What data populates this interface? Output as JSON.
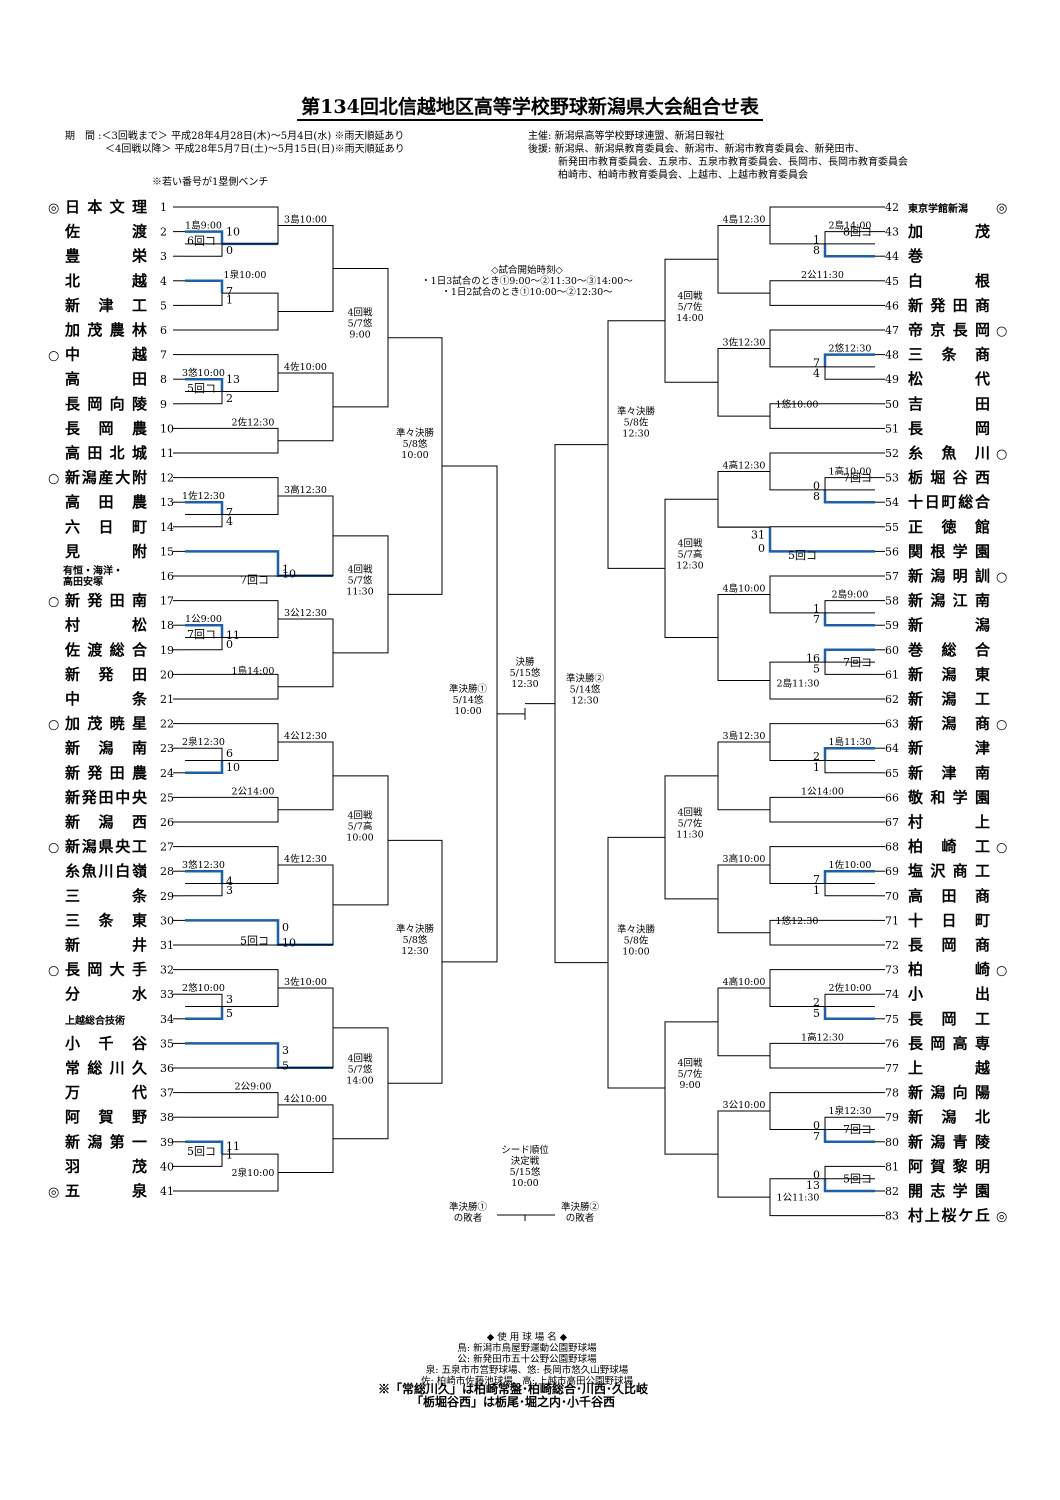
{
  "title": "第134回北信越地区高等学校野球新潟県大会組合せ表",
  "period_line1": "期　間 :＜3回戦まで＞ 平成28年4月28日(木)～5月4日(水) ※雨天順延あり",
  "period_line2": "　　　　＜4回戦以降＞ 平成28年5月7日(土)～5月15日(日)※雨天順延あり",
  "bench_note": "※若い番号が1塁側ベンチ",
  "organizer_line1": "主催: 新潟県高等学校野球連盟、新潟日報社",
  "organizer_line2": "後援: 新潟県、新潟県教育委員会、新潟市、新潟市教育委員会、新発田市、",
  "organizer_line3": "　　　新発田市教育委員会、五泉市、五泉市教育委員会、長岡市、長岡市教育委員会",
  "organizer_line4": "　　　柏崎市、柏崎市教育委員会、上越市、上越市教育委員会",
  "start_times": [
    "◇試合開始時刻◇",
    "・1日3試合のとき①9:00～②11:30～③14:00～",
    "・1日2試合のとき①10:00～②12:30～"
  ],
  "venues_title": "◆ 使 用 球 場 名 ◆",
  "venues": [
    "鳥: 新潟市鳥屋野運動公園野球場",
    "公: 新発田市五十公野公園野球場",
    "泉: 五泉市市営野球場、悠: 長岡市悠久山野球場",
    "佐: 柏崎市佐藤池球場、高: 上越市高田公園野球場"
  ],
  "bottom_notes": [
    "※「常総川久」は柏崎常盤･柏崎総合･川西･久比岐",
    "「栃堀谷西」は栃尾･堀之内･小千谷西"
  ],
  "left_teams": [
    {
      "n": "1",
      "name": "日本文理",
      "mark": "◎"
    },
    {
      "n": "2",
      "name": "佐　渡"
    },
    {
      "n": "3",
      "name": "豊　栄"
    },
    {
      "n": "4",
      "name": "北　越"
    },
    {
      "n": "5",
      "name": "新津工"
    },
    {
      "n": "6",
      "name": "加茂農林"
    },
    {
      "n": "7",
      "name": "中　越",
      "mark": "○"
    },
    {
      "n": "8",
      "name": "高　田"
    },
    {
      "n": "9",
      "name": "長岡向陵"
    },
    {
      "n": "10",
      "name": "長岡農"
    },
    {
      "n": "11",
      "name": "高田北城"
    },
    {
      "n": "12",
      "name": "新潟産大附",
      "mark": "○"
    },
    {
      "n": "13",
      "name": "高田農"
    },
    {
      "n": "14",
      "name": "六日町"
    },
    {
      "n": "15",
      "name": "見　附"
    },
    {
      "n": "16",
      "name": "有恒・海洋・高田安塚"
    },
    {
      "n": "17",
      "name": "新発田南",
      "mark": "○"
    },
    {
      "n": "18",
      "name": "村　松"
    },
    {
      "n": "19",
      "name": "佐渡総合"
    },
    {
      "n": "20",
      "name": "新発田"
    },
    {
      "n": "21",
      "name": "中　条"
    },
    {
      "n": "22",
      "name": "加茂暁星",
      "mark": "○"
    },
    {
      "n": "23",
      "name": "新潟南"
    },
    {
      "n": "24",
      "name": "新発田農"
    },
    {
      "n": "25",
      "name": "新発田中央"
    },
    {
      "n": "26",
      "name": "新潟西"
    },
    {
      "n": "27",
      "name": "新潟県央工",
      "mark": "○"
    },
    {
      "n": "28",
      "name": "糸魚川白嶺"
    },
    {
      "n": "29",
      "name": "三　条"
    },
    {
      "n": "30",
      "name": "三条東"
    },
    {
      "n": "31",
      "name": "新　井"
    },
    {
      "n": "32",
      "name": "長岡大手",
      "mark": "○"
    },
    {
      "n": "33",
      "name": "分　水"
    },
    {
      "n": "34",
      "name": "上越総合技術"
    },
    {
      "n": "35",
      "name": "小千谷"
    },
    {
      "n": "36",
      "name": "常総川久"
    },
    {
      "n": "37",
      "name": "万　代"
    },
    {
      "n": "38",
      "name": "阿賀野"
    },
    {
      "n": "39",
      "name": "新潟第一"
    },
    {
      "n": "40",
      "name": "羽　茂"
    },
    {
      "n": "41",
      "name": "五　泉",
      "mark": "◎"
    }
  ],
  "right_teams": [
    {
      "n": "42",
      "name": "東京学館新潟",
      "mark": "◎"
    },
    {
      "n": "43",
      "name": "加　茂"
    },
    {
      "n": "44",
      "name": "巻"
    },
    {
      "n": "45",
      "name": "白　根"
    },
    {
      "n": "46",
      "name": "新発田商"
    },
    {
      "n": "47",
      "name": "帝京長岡",
      "mark": "○"
    },
    {
      "n": "48",
      "name": "三条商"
    },
    {
      "n": "49",
      "name": "松　代"
    },
    {
      "n": "50",
      "name": "吉　田"
    },
    {
      "n": "51",
      "name": "長　岡"
    },
    {
      "n": "52",
      "name": "糸魚川",
      "mark": "○"
    },
    {
      "n": "53",
      "name": "栃堀谷西"
    },
    {
      "n": "54",
      "name": "十日町総合"
    },
    {
      "n": "55",
      "name": "正徳館"
    },
    {
      "n": "56",
      "name": "関根学園"
    },
    {
      "n": "57",
      "name": "新潟明訓",
      "mark": "○"
    },
    {
      "n": "58",
      "name": "新潟江南"
    },
    {
      "n": "59",
      "name": "新　潟"
    },
    {
      "n": "60",
      "name": "巻総合"
    },
    {
      "n": "61",
      "name": "新潟東"
    },
    {
      "n": "62",
      "name": "新潟工"
    },
    {
      "n": "63",
      "name": "新潟商",
      "mark": "○"
    },
    {
      "n": "64",
      "name": "新　津"
    },
    {
      "n": "65",
      "name": "新津南"
    },
    {
      "n": "66",
      "name": "敬和学園"
    },
    {
      "n": "67",
      "name": "村　上"
    },
    {
      "n": "68",
      "name": "柏崎工",
      "mark": "○"
    },
    {
      "n": "69",
      "name": "塩沢商工"
    },
    {
      "n": "70",
      "name": "高田商"
    },
    {
      "n": "71",
      "name": "十日町"
    },
    {
      "n": "72",
      "name": "長岡商"
    },
    {
      "n": "73",
      "name": "柏　崎",
      "mark": "○"
    },
    {
      "n": "74",
      "name": "小　出"
    },
    {
      "n": "75",
      "name": "長岡工"
    },
    {
      "n": "76",
      "name": "長岡高専"
    },
    {
      "n": "77",
      "name": "上　越"
    },
    {
      "n": "78",
      "name": "新潟向陽"
    },
    {
      "n": "79",
      "name": "新潟北"
    },
    {
      "n": "80",
      "name": "新潟青陵"
    },
    {
      "n": "81",
      "name": "阿賀黎明"
    },
    {
      "n": "82",
      "name": "開志学園"
    },
    {
      "n": "83",
      "name": "村上桜ケ丘",
      "mark": "◎"
    }
  ],
  "match_labels": {
    "r1": [
      "1島9:00",
      "1泉10:00",
      "3悠10:00",
      "1佐12:30",
      "1公9:00",
      "1鳥14:00",
      "2泉12:30",
      "3悠12:30",
      "2悠10:00",
      "1泉12:30",
      "2泉10:00"
    ],
    "r2": [
      "3島10:00",
      "4佐10:00",
      "2佐12:30",
      "3高12:30",
      "3公12:30",
      "4公12:30",
      "2公14:00",
      "4佐12:30",
      "3佐10:00",
      "2公9:00",
      "4公10:00"
    ],
    "r1r": [
      "2島14:00",
      "2悠12:30",
      "1高10:00",
      "2島9:00",
      "2島11:30",
      "1島11:30",
      "1佐10:00",
      "2佐10:00",
      "1泉12:30",
      "1公11:30"
    ],
    "r2r": [
      "4島12:30",
      "2公11:30",
      "3佐12:30",
      "1悠10:00",
      "4高12:30",
      "4島10:00",
      "3島12:30",
      "1公14:00",
      "3高10:00",
      "1悠12:30",
      "4高10:00",
      "1高12:30",
      "3公10:00"
    ],
    "r4": [
      [
        "4回戦",
        "5/7悠",
        "9:00"
      ],
      [
        "4回戦",
        "5/7悠",
        "11:30"
      ],
      [
        "4回戦",
        "5/7高",
        "10:00"
      ],
      [
        "4回戦",
        "5/7悠",
        "14:00"
      ],
      [
        "4回戦",
        "5/7佐",
        "14:00"
      ],
      [
        "4回戦",
        "5/7高",
        "12:30"
      ],
      [
        "4回戦",
        "5/7佐",
        "11:30"
      ],
      [
        "4回戦",
        "5/7佐",
        "9:00"
      ]
    ],
    "qf": [
      [
        "準々決勝",
        "5/8悠",
        "10:00"
      ],
      [
        "準々決勝",
        "5/8悠",
        "12:30"
      ],
      [
        "準々決勝",
        "5/8佐",
        "12:30"
      ],
      [
        "準々決勝",
        "5/8佐",
        "10:00"
      ]
    ],
    "sf": [
      [
        "準決勝①",
        "5/14悠",
        "10:00"
      ],
      [
        "準決勝②",
        "5/14悠",
        "12:30"
      ]
    ],
    "final": [
      "決勝",
      "5/15悠",
      "12:30"
    ],
    "seed": [
      "シード順位",
      "決定戦",
      "5/15悠",
      "10:00"
    ],
    "seed_left": [
      "準決勝①",
      "の敗者"
    ],
    "seed_right": [
      "準決勝②",
      "の敗者"
    ]
  },
  "called_games": [
    "6回コ",
    "5回コ",
    "7回コ",
    "7回コ",
    "5回コ",
    "5回コ",
    "8回コ",
    "7回コ",
    "5回コ",
    "7回コ",
    "7回コ",
    "8回コ",
    "5回コ"
  ],
  "scores": {
    "left": [
      [
        "10",
        "0"
      ],
      [
        "7",
        "1"
      ],
      [
        "13",
        "2"
      ],
      [
        "7",
        "4"
      ],
      [
        "10",
        "1"
      ],
      [
        "11",
        "0"
      ],
      [
        "6",
        "10"
      ],
      [
        "4",
        "3"
      ],
      [
        "10",
        "0"
      ],
      [
        "3",
        "5"
      ],
      [
        "5",
        "3"
      ],
      [
        "11",
        "1"
      ]
    ],
    "right": [
      [
        "1",
        "8"
      ],
      [
        "7",
        "4"
      ],
      [
        "0",
        "8"
      ],
      [
        "0",
        "31"
      ],
      [
        "1",
        "7"
      ],
      [
        "16",
        "5"
      ],
      [
        "2",
        "1"
      ],
      [
        "7",
        "1"
      ],
      [
        "2",
        "5"
      ],
      [
        "0",
        "7"
      ],
      [
        "0",
        "13"
      ]
    ]
  },
  "colors": {
    "winner_line": "#1f5fa8",
    "line": "#000000"
  }
}
